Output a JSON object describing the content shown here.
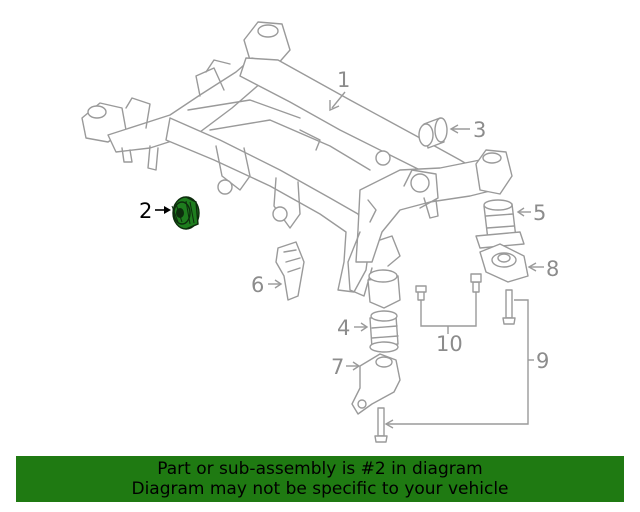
{
  "diagram": {
    "callouts": [
      "1",
      "2",
      "3",
      "4",
      "5",
      "6",
      "7",
      "8",
      "9",
      "10"
    ],
    "highlight_color": "#1e7d1e",
    "line_color": "#9a9a9a"
  },
  "banner": {
    "line1": "Part or sub-assembly is #2 in diagram",
    "line2": "Diagram may not be specific to your vehicle",
    "background": "#1f7a12"
  }
}
